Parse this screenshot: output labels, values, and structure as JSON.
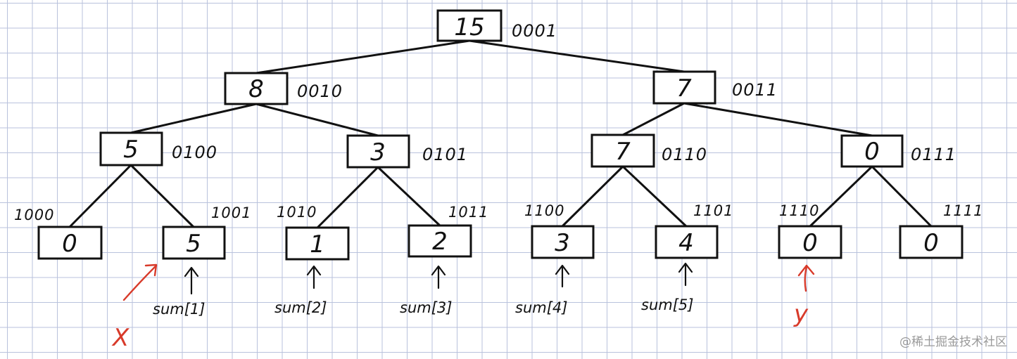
{
  "tree": {
    "root": {
      "value": "15",
      "code": "0001"
    },
    "level1": [
      {
        "value": "8",
        "code": "0010"
      },
      {
        "value": "7",
        "code": "0011"
      }
    ],
    "level2": [
      {
        "value": "5",
        "code": "0100"
      },
      {
        "value": "3",
        "code": "0101"
      },
      {
        "value": "7",
        "code": "0110"
      },
      {
        "value": "0",
        "code": "0111"
      }
    ],
    "leaves": [
      {
        "value": "0",
        "code": "1000"
      },
      {
        "value": "5",
        "code": "1001"
      },
      {
        "value": "1",
        "code": "1010"
      },
      {
        "value": "2",
        "code": "1011"
      },
      {
        "value": "3",
        "code": "1100"
      },
      {
        "value": "4",
        "code": "1101"
      },
      {
        "value": "0",
        "code": "1110"
      },
      {
        "value": "0",
        "code": "1111"
      }
    ]
  },
  "sum_labels": [
    "sum[1]",
    "sum[2]",
    "sum[3]",
    "sum[4]",
    "sum[5]"
  ],
  "markers": {
    "x": "X",
    "y": "y"
  },
  "watermark": "@稀土掘金技术社区",
  "colors": {
    "ink": "#111111",
    "annotation": "#d83a2a",
    "grid": "#b9c2dc"
  }
}
